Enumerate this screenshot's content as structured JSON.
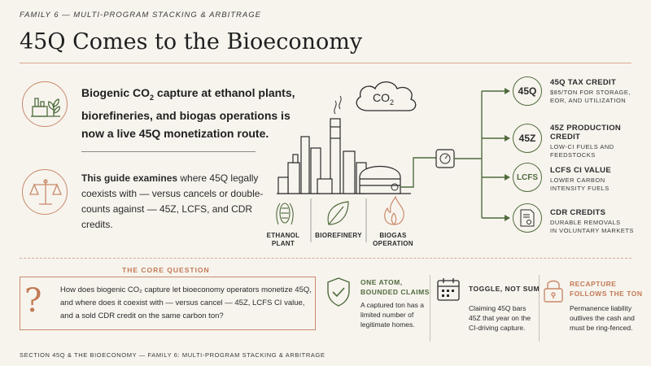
{
  "header": {
    "kicker": "FAMILY 6 — MULTI-PROGRAM STACKING & ARBITRAGE",
    "title": "45Q Comes to the Bioeconomy"
  },
  "intro": {
    "lead_part1": "Biogenic CO",
    "lead_sub": "2",
    "lead_part2": " capture at ethanol plants, biorefineries, and biogas operations is now a live 45Q monetization route.",
    "body_bold": "This guide examines",
    "body_rest": " where 45Q legally coexists with — versus cancels or double-counts against — 45Z, LCFS, and CDR credits."
  },
  "diagram": {
    "cloud_label_main": "CO",
    "cloud_label_sub": "2",
    "plants": [
      {
        "label": "ETHANOL\nPLANT",
        "icon": "corn-icon"
      },
      {
        "label": "BIOREFINERY",
        "icon": "leaf-icon"
      },
      {
        "label": "BIOGAS\nOPERATION",
        "icon": "flame-icon"
      }
    ],
    "credits": [
      {
        "badge": "45Q",
        "title": "45Q TAX CREDIT",
        "desc": "$85/TON FOR STORAGE,\nEOR, AND UTILIZATION"
      },
      {
        "badge": "45Z",
        "title": "45Z PRODUCTION CREDIT",
        "desc": "LOW-CI FUELS AND\nFEEDSTOCKS"
      },
      {
        "badge": "LCFS",
        "title": "LCFS CI VALUE",
        "desc": "LOWER CARBON\nINTENSITY FUELS"
      },
      {
        "badge": "",
        "title": "CDR CREDITS",
        "desc": "DURABLE REMOVALS\nIN VOLUNTARY MARKETS"
      }
    ]
  },
  "core": {
    "label": "THE CORE QUESTION",
    "question": "How does biogenic CO₂ capture let bioeconomy operators monetize 45Q, and where does it coexist with — versus cancel — 45Z, LCFS CI value, and a sold CDR credit on the same carbon ton?"
  },
  "columns": [
    {
      "title": "ONE ATOM,\nBOUNDED CLAIMS",
      "body": "A captured ton has a limited number of legitimate homes.",
      "icon": "shield-check-icon"
    },
    {
      "title": "TOGGLE, NOT SUM",
      "body": "Claiming 45Q bars 45Z that year on the CI-driving capture.",
      "icon": "calendar-icon"
    },
    {
      "title": "RECAPTURE\nFOLLOWS THE TON",
      "body": "Permanence liability outlives the cash and must be ring-fenced.",
      "icon": "lock-icon"
    }
  ],
  "footer": "SECTION 45Q & THE BIOECONOMY — FAMILY 6: MULTI-PROGRAM STACKING & ARBITRAGE",
  "colors": {
    "accent": "#c98a6a",
    "green": "#4f6b3c",
    "ink": "#1f1f1f",
    "bg": "#f7f4ee"
  }
}
